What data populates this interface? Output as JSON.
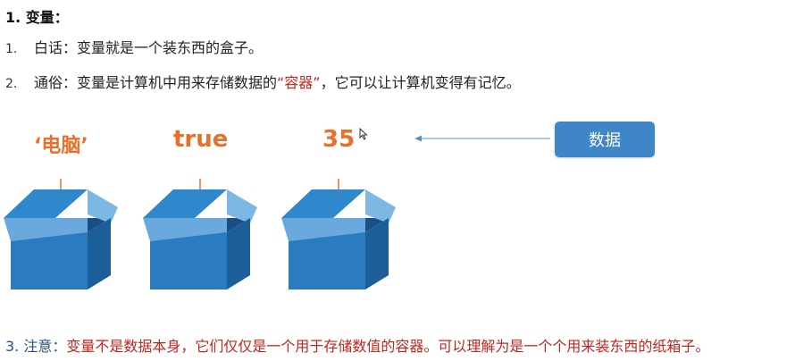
{
  "heading": "1. 变量：",
  "items": [
    {
      "num": "1.",
      "text": "白话：变量就是一个装东西的盒子。"
    },
    {
      "num": "2.",
      "text_before": "通俗：变量是计算机中用来存储数据的",
      "quoted": "“容器”",
      "text_after": "，它可以让计算机变得有记忆。"
    }
  ],
  "boxes": [
    {
      "label": "‘电脑’"
    },
    {
      "label": "true"
    },
    {
      "label": "35"
    }
  ],
  "data_button": "数据",
  "note": {
    "prefix": "3. 注意：",
    "body": "变量不是数据本身，它们仅仅是一个用于存储数值的容器。可以理解为是一个个用来装东西的纸箱子。"
  },
  "colors": {
    "label_orange": "#e8702a",
    "emphasis_red": "#c0261d",
    "button_blue": "#3f86c6",
    "box_blue": "#2a7bc0"
  },
  "icons": [
    "arrow-left-icon",
    "mouse-cursor-icon",
    "box-icon"
  ]
}
